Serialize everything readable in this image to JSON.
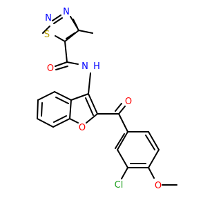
{
  "molecule": {
    "atoms": {
      "s_thiadiazole": "S",
      "n1_thiadiazole": "N",
      "n2_thiadiazole": "N",
      "o_amide": "O",
      "n_amide": "N",
      "h_amide": "H",
      "o_ketone": "O",
      "o_furan": "O",
      "cl": "Cl",
      "o_methoxy": "O"
    },
    "colors": {
      "bond": "#000000",
      "S": "#b8a000",
      "N": "#0000ff",
      "O": "#ff0000",
      "Cl": "#20a020"
    }
  }
}
